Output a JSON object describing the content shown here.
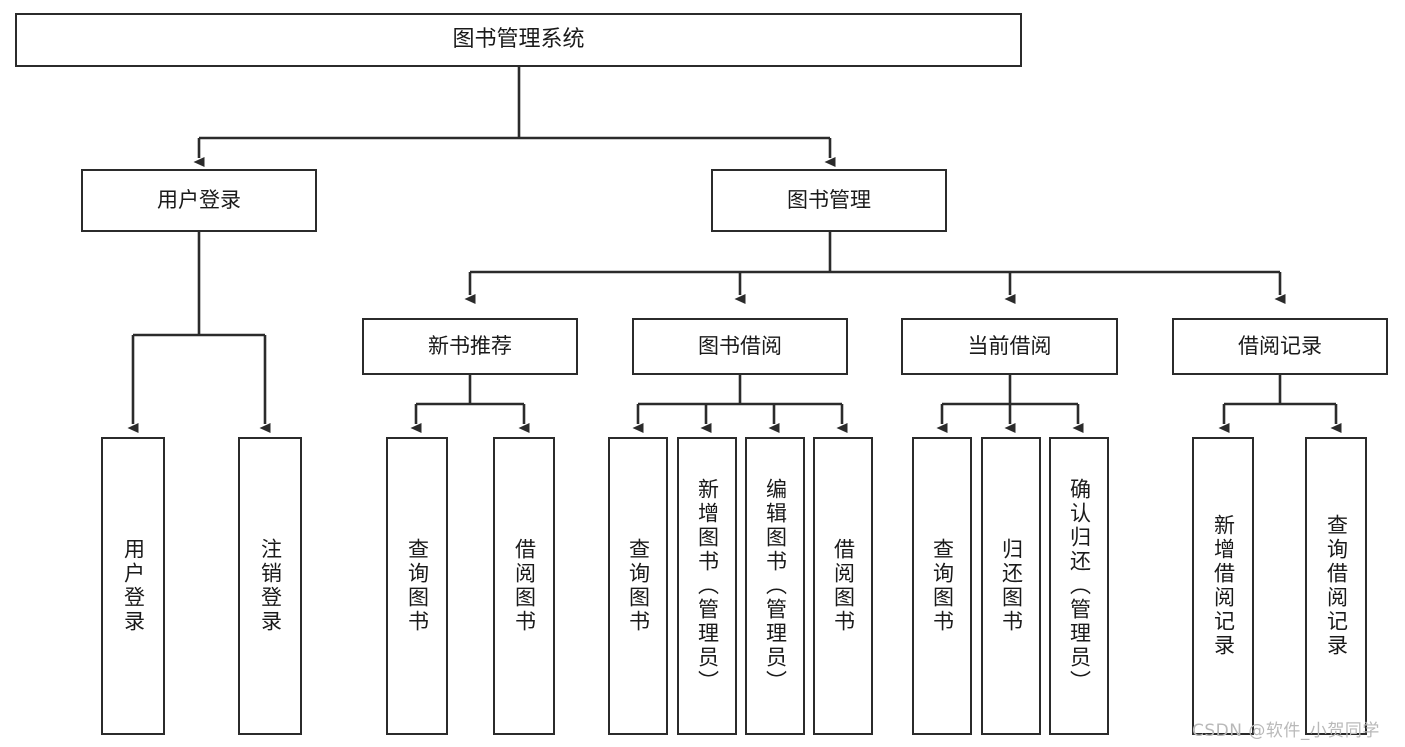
{
  "diagram": {
    "title": "图书管理系统",
    "type": "function-structure-tree",
    "levels": 4,
    "root": {
      "label": "图书管理系统"
    },
    "level2": [
      {
        "label": "用户登录"
      },
      {
        "label": "图书管理"
      }
    ],
    "level3": [
      {
        "label": "新书推荐"
      },
      {
        "label": "图书借阅"
      },
      {
        "label": "当前借阅"
      },
      {
        "label": "借阅记录"
      }
    ],
    "leaves": {
      "user_login": [
        {
          "label": "用户登录"
        },
        {
          "label": "注销登录"
        }
      ],
      "new_book_recommend": [
        {
          "label": "查询图书"
        },
        {
          "label": "借阅图书"
        }
      ],
      "book_borrow": [
        {
          "label": "查询图书"
        },
        {
          "label": "新增图书（管理员）"
        },
        {
          "label": "编辑图书（管理员）"
        },
        {
          "label": "借阅图书"
        }
      ],
      "current_borrow": [
        {
          "label": "查询图书"
        },
        {
          "label": "归还图书"
        },
        {
          "label": "确认归还（管理员）"
        }
      ],
      "borrow_record": [
        {
          "label": "新增借阅记录"
        },
        {
          "label": "查询借阅记录"
        }
      ]
    }
  },
  "watermark": {
    "text": "CSDN @软件_小贺同学"
  },
  "colors": {
    "border": "#2b2b2b",
    "text": "#1a1a1a",
    "background": "#ffffff",
    "edge": "#2b2b2b",
    "watermark": "#b9b9b9"
  }
}
